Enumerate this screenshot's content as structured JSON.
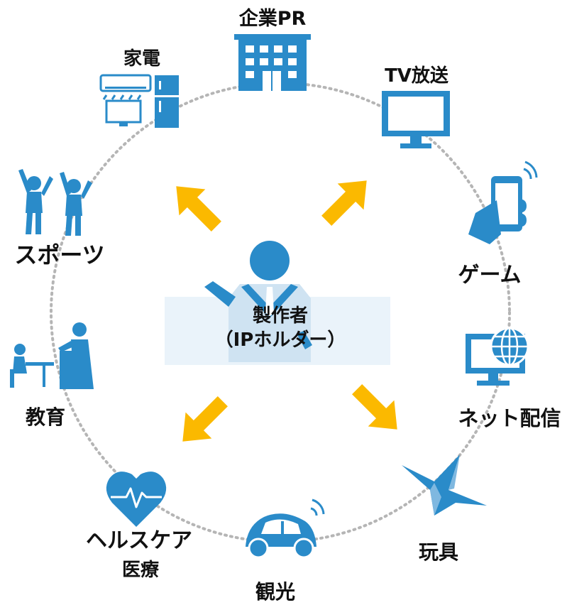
{
  "center": {
    "line1": "製作者",
    "line2": "（IPホルダー）"
  },
  "nodes": [
    {
      "label": "企業PR",
      "icon": "building-icon"
    },
    {
      "label": "TV放送",
      "icon": "tv-monitor-icon"
    },
    {
      "label": "ゲーム",
      "icon": "smartphone-in-hand-icon"
    },
    {
      "label": "ネット配信",
      "icon": "monitor-globe-icon"
    },
    {
      "label": "玩具",
      "icon": "paper-crane-icon"
    },
    {
      "label": "観光",
      "icon": "car-icon"
    },
    {
      "label": "ヘルスケア",
      "sublabel": "医療",
      "icon": "heart-pulse-icon"
    },
    {
      "label": "教育",
      "icon": "classroom-icon"
    },
    {
      "label": "スポーツ",
      "icon": "cheering-athletes-icon"
    },
    {
      "label": "家電",
      "icon": "home-appliances-icon"
    }
  ],
  "colors": {
    "icon": "#2a8bc9",
    "icon_light": "#cfe3f2",
    "arrow": "#fbb900",
    "ring": "#b5b5b5",
    "text": "#111111"
  }
}
